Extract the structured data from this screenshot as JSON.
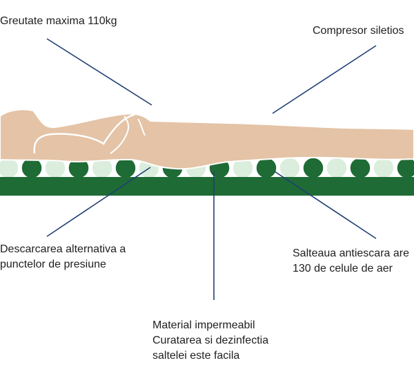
{
  "labels": {
    "weight": "Greutate maxima 110kg",
    "compressor": "Compresor siletios",
    "alternating": [
      "Descarcarea alternativa a",
      "punctelor de presiune"
    ],
    "mattress_cells": [
      "Salteaua antiescara are",
      "130 de celule de aer"
    ],
    "material": [
      "Material impermeabil",
      "Curatarea si dezinfectia",
      "saltelei este facila"
    ]
  },
  "colors": {
    "mattress_base": "#1e6b35",
    "cell_dark": "#1e6b35",
    "cell_light": "#dbeedd",
    "body": "#e4c3a6",
    "body_outline": "#ffffff",
    "leader_line": "#1f3f73"
  }
}
